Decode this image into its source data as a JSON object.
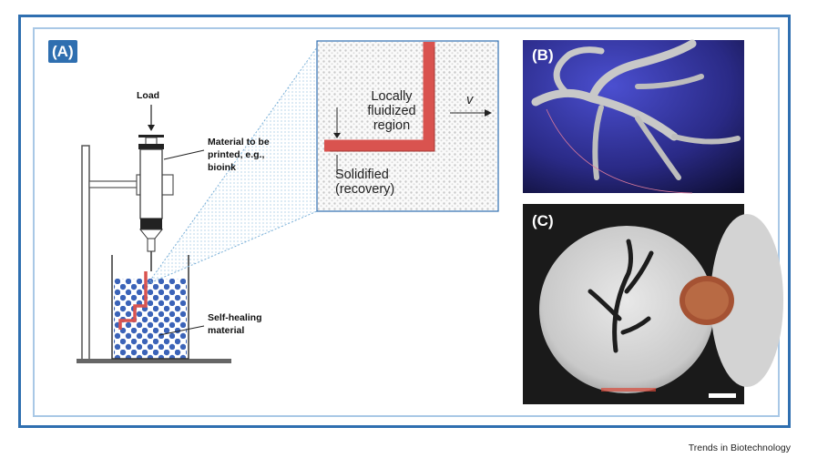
{
  "panel_a": {
    "label": "(A)",
    "load": "Load",
    "material_line1": "Material to be",
    "material_line2": "printed, e.g.,",
    "material_line3": "bioink",
    "selfheal_line1": "Self-healing",
    "selfheal_line2": "material"
  },
  "inset": {
    "line1": "Locally",
    "line2": "fluidized",
    "line3": "region",
    "velocity": "v",
    "solid_line1": "Solidified",
    "solid_line2": "(recovery)"
  },
  "panel_b": {
    "label": "(B)"
  },
  "panel_c": {
    "label": "(C)"
  },
  "credit": "Trends in Biotechnology",
  "colors": {
    "frame": "#2f6fb0",
    "inner_frame": "#a9c8e6",
    "extrudate": "#d9534f",
    "beads": "#3b63b8"
  }
}
